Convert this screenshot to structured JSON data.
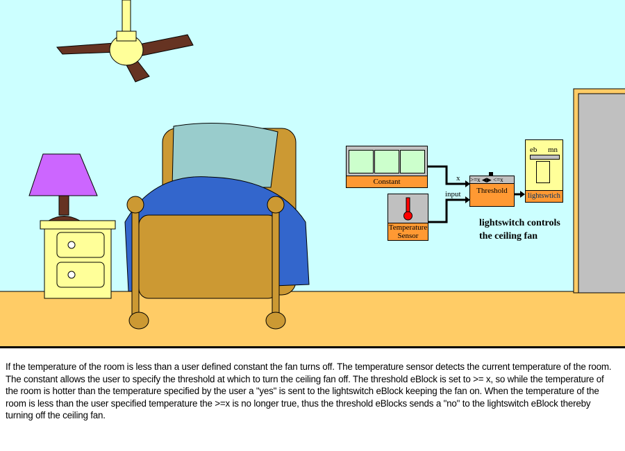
{
  "diagram": {
    "constant_label": "Constant",
    "sensor_label": "Temperature Sensor",
    "threshold_label": "Threshold",
    "threshold_modes": ">=x",
    "threshold_modes_alt": "<=x",
    "lightswitch_label": "lightswtich",
    "lightswitch_top_left": "eb",
    "lightswitch_top_right": "mn",
    "input_x_label": "x",
    "input_label": "input",
    "note_line1": "lightswitch controls",
    "note_line2": "the ceiling fan"
  },
  "caption": "If the temperature of the room is less than a user defined constant the fan turns off. The temperature sensor detects the current temperature of the room. The constant allows the user to specify the threshold at which to turn the ceiling fan off. The threshold eBlock is set to >= x, so while the temperature of the room is hotter than the temperature specified by the user a \"yes\" is sent to the lightswitch eBlock keeping the fan on. When the temperature of the room is less than the user specified temperature the >=x is no longer true, thus the threshold eBlocks sends a \"no\" to the lightswitch eBlock thereby turning off the ceiling fan.",
  "colors": {
    "wall": "#ccffff",
    "floor": "#ffcc66",
    "block": "#ff9933",
    "block_top": "#c0c0c0"
  }
}
